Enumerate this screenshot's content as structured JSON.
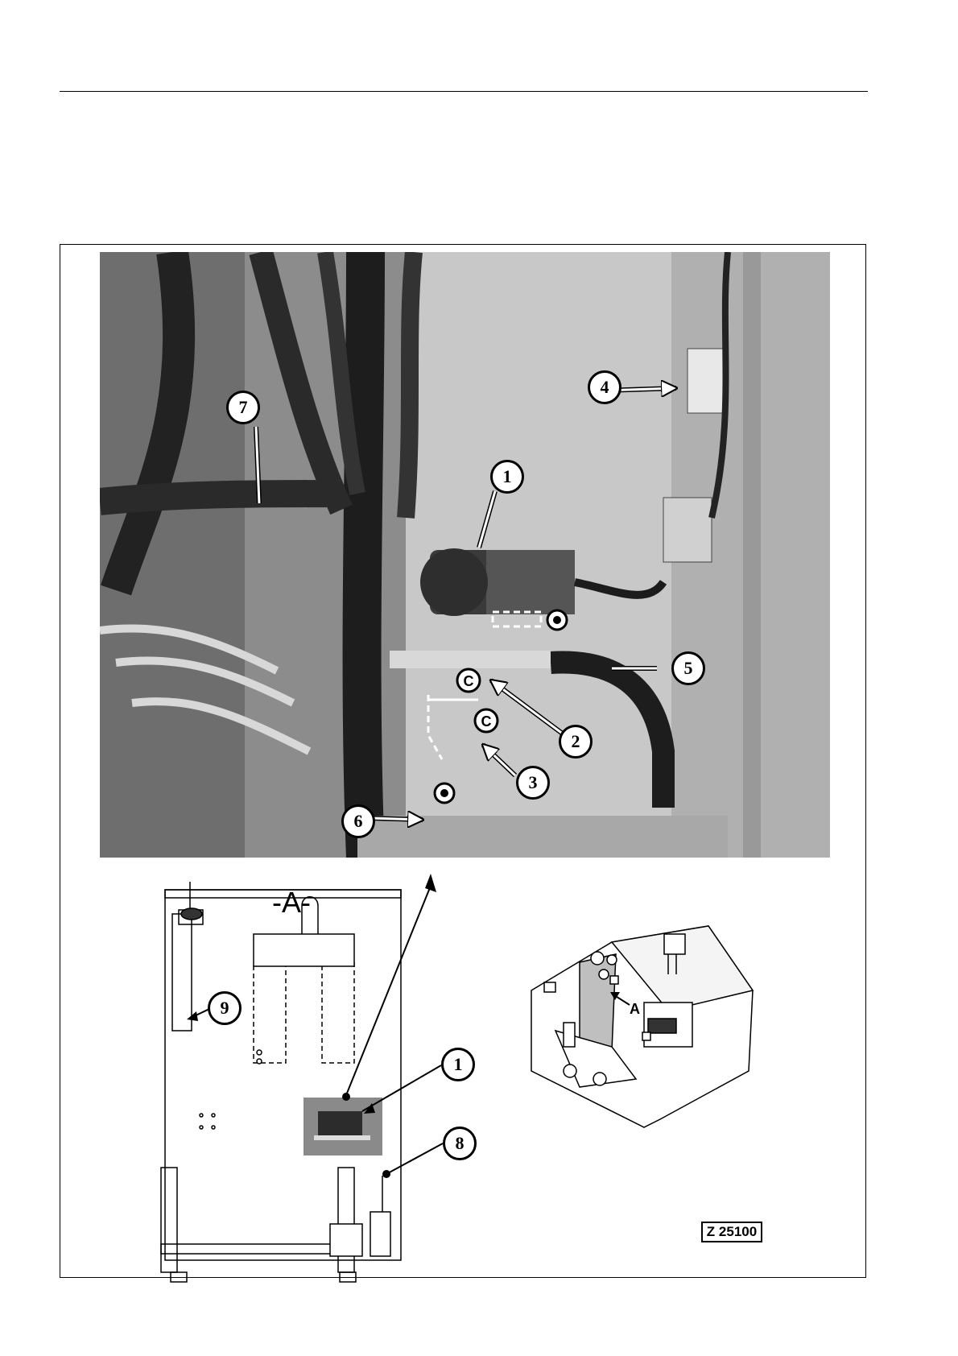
{
  "figure": {
    "view_label": "-A-",
    "reference_code": "Z 25100",
    "iso_view_label": "A",
    "callouts": {
      "c1": "1",
      "c2": "2",
      "c3": "3",
      "c4": "4",
      "c5": "5",
      "c6": "6",
      "c7": "7",
      "c8": "8",
      "c9": "9",
      "c1b": "1"
    }
  }
}
